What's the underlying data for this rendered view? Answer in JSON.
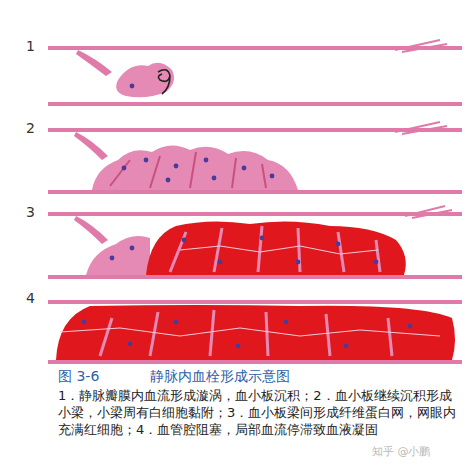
{
  "diagram": {
    "title": "静脉内血栓形成示意图",
    "caption": "1．静脉瓣膜内血流形成漩涡，血小板沉积；2．血小板继续沉积形成小梁，小梁周有白细胞黏附；3．血小板梁间形成纤维蛋白网，网眼内充满红细胞；4．血管腔阻塞，局部血流停滞致血液凝固",
    "labels": [
      "1",
      "2",
      "3",
      "4",
      "图 3-6",
      "知乎 @小鹏"
    ]
  }
}
